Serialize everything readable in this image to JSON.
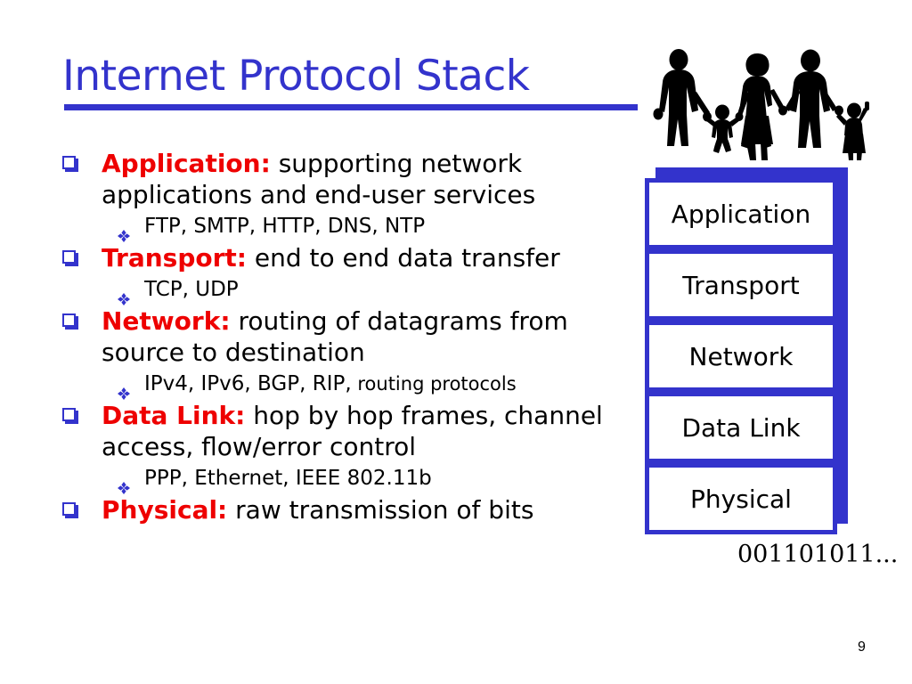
{
  "slide": {
    "title": "Internet Protocol Stack",
    "page_number": "9",
    "accent_blue": "#3333CC",
    "label_red": "#EE0000",
    "body_black": "#000000"
  },
  "bullets": [
    {
      "label": "Application:",
      "body": " supporting network applications and end-user services",
      "sub": [
        {
          "main": "FTP, SMTP, HTTP, DNS, NTP",
          "small": ""
        }
      ]
    },
    {
      "label": "Transport:",
      "body": " end to end data transfer",
      "sub": [
        {
          "main": "TCP, UDP",
          "small": ""
        }
      ]
    },
    {
      "label": "Network:",
      "body": " routing of datagrams from source to destination",
      "sub": [
        {
          "main": "IPv4, IPv6, BGP, RIP,",
          "small": " routing protocols"
        }
      ]
    },
    {
      "label": "Data Link:",
      "body": " hop by hop frames, channel access, flow/error control",
      "sub": [
        {
          "main": "PPP, Ethernet, IEEE 802.11b",
          "small": ""
        }
      ]
    },
    {
      "label": "Physical:",
      "body": " raw transmission of bits",
      "sub": []
    }
  ],
  "stack": {
    "layers": [
      {
        "name": "Application"
      },
      {
        "name": "Transport"
      },
      {
        "name": "Network"
      },
      {
        "name": "Data Link"
      },
      {
        "name": "Physical"
      }
    ],
    "binary_stream": "001101011..."
  },
  "graphics": {
    "people_icon": "people-holding-hands-silhouette",
    "square_bullet_icon": "square-bullet-icon",
    "diamond_bullet_icon": "diamond-cluster-bullet-icon"
  }
}
